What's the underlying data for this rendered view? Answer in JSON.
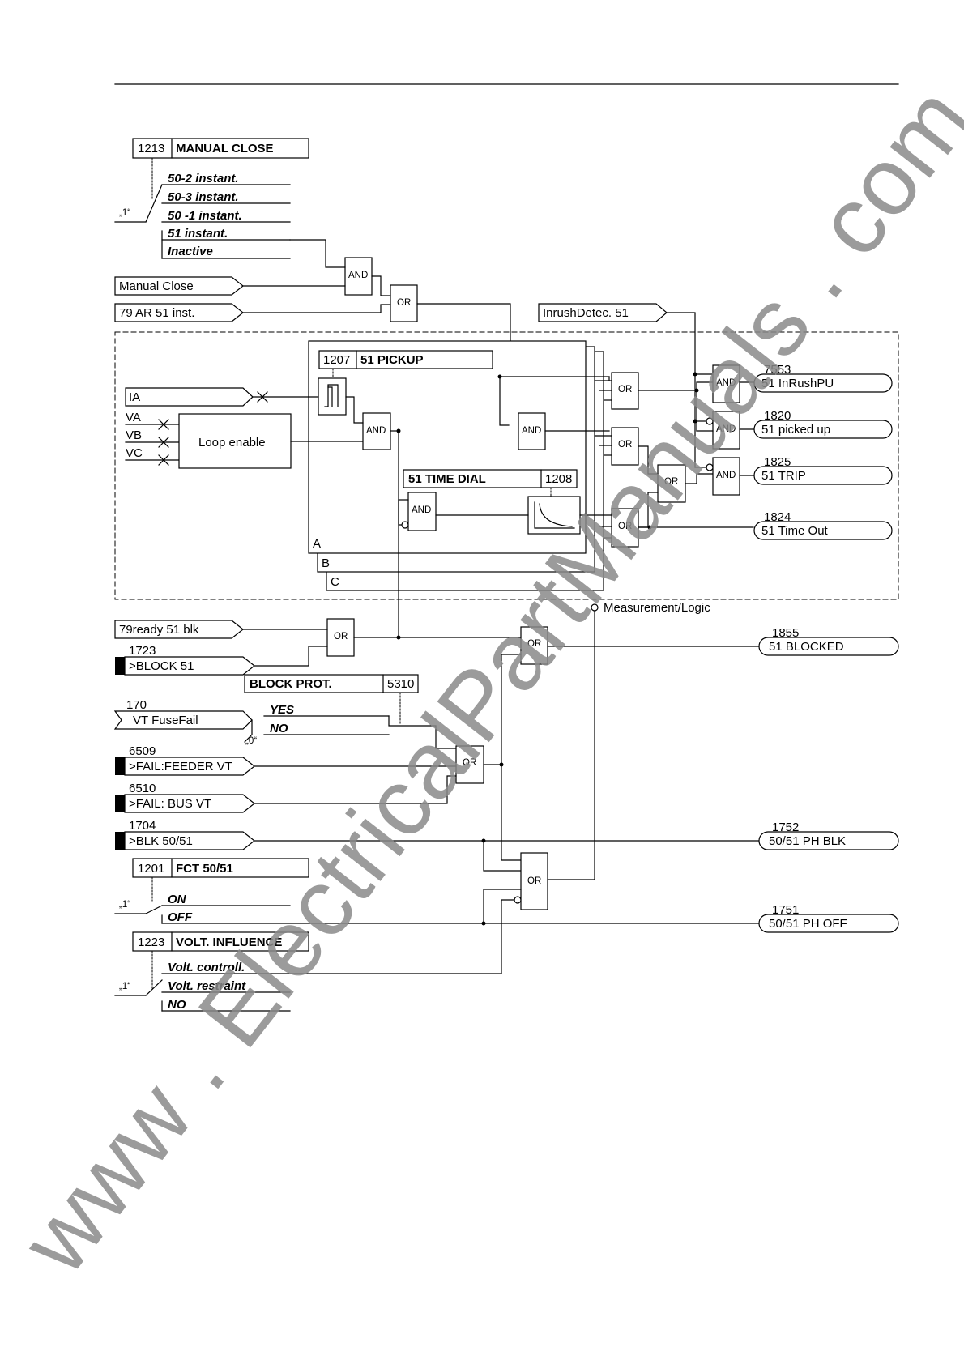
{
  "settings": {
    "manual_close": {
      "address": "1213",
      "title": "MANUAL CLOSE",
      "options": [
        "50-2 instant.",
        "50-3 instant.",
        "50 -1 instant.",
        "51 instant.",
        "Inactive"
      ],
      "default": "„1“"
    },
    "pickup": {
      "address": "1207",
      "title": "51 PICKUP"
    },
    "time_dial": {
      "address": "1208",
      "title": "51 TIME DIAL"
    },
    "block_prot": {
      "address": "5310",
      "title": "BLOCK PROT.",
      "options": [
        "YES",
        "NO"
      ],
      "default": "„0“"
    },
    "fct": {
      "address": "1201",
      "title": "FCT 50/51",
      "options": [
        "ON",
        "OFF"
      ],
      "default": "„1“"
    },
    "volt_influence": {
      "address": "1223",
      "title": "VOLT. INFLUENCE",
      "options": [
        "Volt. controll.",
        "Volt. restraint",
        "NO"
      ],
      "default": "„1“"
    }
  },
  "inputs": {
    "manual_close": "Manual Close",
    "ar51": "79 AR 51 inst.",
    "inrush": "InrushDetec. 51",
    "ia": "IA",
    "va": "VA",
    "vb": "VB",
    "vc": "VC",
    "ready_blk": "79ready 51 blk",
    "block51": {
      "number": "1723",
      "label": ">BLOCK 51"
    },
    "vt_fusefail": {
      "number": "170",
      "label": "VT FuseFail"
    },
    "fail_feeder": {
      "number": "6509",
      "label": ">FAIL:FEEDER VT"
    },
    "fail_bus": {
      "number": "6510",
      "label": ">FAIL: BUS VT"
    },
    "blk5051": {
      "number": "1704",
      "label": ">BLK 50/51"
    }
  },
  "blocks": {
    "loop_enable": "Loop enable",
    "and": "AND",
    "or": "OR",
    "phase_a": "A",
    "phase_b": "B",
    "phase_c": "C",
    "measurement": "Measurement/Logic"
  },
  "outputs": {
    "inrush_pu": {
      "number": "7553",
      "label": "51 InRushPU"
    },
    "picked_up": {
      "number": "1820",
      "label": "51 picked up"
    },
    "trip": {
      "number": "1825",
      "label": "51 TRIP"
    },
    "time_out": {
      "number": "1824",
      "label": "51 Time Out"
    },
    "blocked": {
      "number": "1855",
      "label": "51 BLOCKED"
    },
    "ph_blk": {
      "number": "1752",
      "label": "50/51 PH BLK"
    },
    "ph_off": {
      "number": "1751",
      "label": "50/51 PH OFF"
    }
  },
  "watermark": "www . ElectricalPartManuals . com"
}
